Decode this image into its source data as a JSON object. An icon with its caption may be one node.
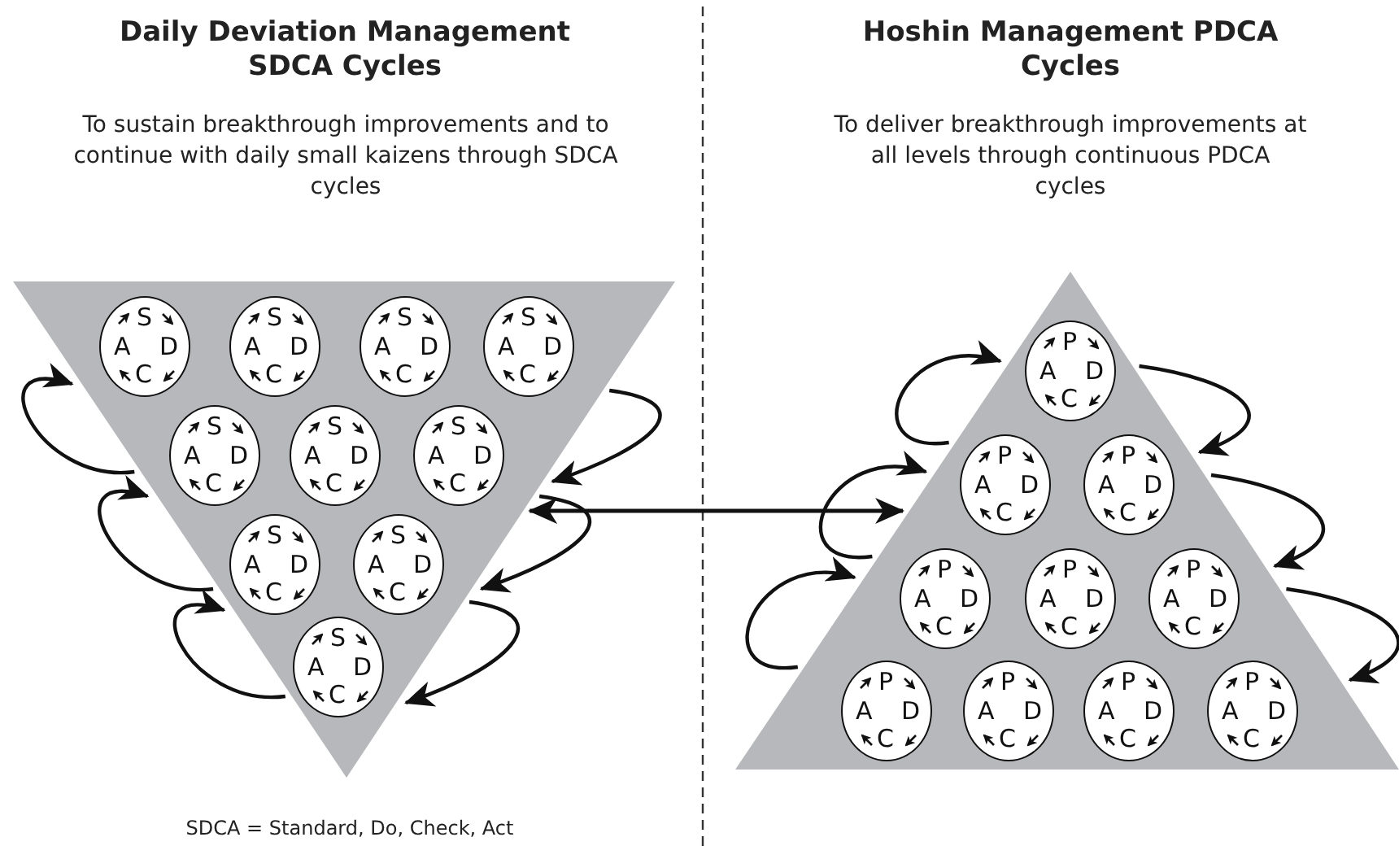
{
  "diagram": {
    "nodes": [
      {
        "text": [],
        "shape": "triangle"
      },
      {
        "text": [
          "S",
          "A",
          "D",
          "C"
        ],
        "in": 0
      },
      {
        "text": [
          "S",
          "A",
          "D",
          "C"
        ],
        "in": 0
      },
      {
        "text": [
          "S",
          "A",
          "D",
          "C"
        ],
        "in": 0
      },
      {
        "text": [
          "S",
          "A",
          "D",
          "C"
        ],
        "in": 0
      },
      {
        "text": [
          "S",
          "A",
          "D",
          "C"
        ],
        "in": 0
      },
      {
        "text": [
          "S",
          "A",
          "D",
          "C"
        ],
        "in": 0
      },
      {
        "text": [
          "S",
          "A",
          "D",
          "C"
        ],
        "in": 0
      },
      {
        "text": [
          "S",
          "A",
          "D",
          "C"
        ],
        "in": 0
      },
      {
        "text": [
          "S",
          "A",
          "D",
          "C"
        ],
        "in": 0
      },
      {
        "text": [
          "S",
          "A",
          "D",
          "C"
        ],
        "in": 0
      },
      {
        "text": [],
        "shape": "triangle"
      },
      {
        "text": [
          "P",
          "A",
          "D",
          "C"
        ],
        "in": 11
      },
      {
        "text": [
          "P",
          "A",
          "D",
          "C"
        ],
        "in": 11
      },
      {
        "text": [
          "P",
          "A",
          "D",
          "C"
        ],
        "in": 11
      },
      {
        "text": [
          "P",
          "A",
          "D",
          "C"
        ],
        "in": 11
      },
      {
        "text": [
          "P",
          "A",
          "D",
          "C"
        ],
        "in": 11
      },
      {
        "text": [
          "P",
          "A",
          "D",
          "C"
        ],
        "in": 11
      },
      {
        "text": [
          "P",
          "A",
          "D",
          "C"
        ],
        "in": 11
      },
      {
        "text": [
          "P",
          "A",
          "D",
          "C"
        ],
        "in": 11
      },
      {
        "text": [
          "P",
          "A",
          "D",
          "C"
        ],
        "in": 11
      },
      {
        "text": [
          "P",
          "A",
          "D",
          "C"
        ],
        "in": 11
      }
    ],
    "edges": [
      {
        "from": 0,
        "to": 11,
        "arrow": "both"
      },
      {
        "from": 5,
        "to": 1,
        "arrow": "to"
      },
      {
        "from": 8,
        "to": 5,
        "arrow": "to"
      },
      {
        "from": 10,
        "to": 8,
        "arrow": "to"
      },
      {
        "from": 4,
        "to": 7,
        "arrow": "to"
      },
      {
        "from": 7,
        "to": 9,
        "arrow": "to"
      },
      {
        "from": 9,
        "to": 10,
        "arrow": "to"
      },
      {
        "from": 13,
        "to": 12,
        "arrow": "to"
      },
      {
        "from": 15,
        "to": 13,
        "arrow": "to"
      },
      {
        "from": 18,
        "to": 15,
        "arrow": "to"
      },
      {
        "from": 12,
        "to": 14,
        "arrow": "to"
      },
      {
        "from": 14,
        "to": 17,
        "arrow": "to"
      },
      {
        "from": 17,
        "to": 21,
        "arrow": "to"
      }
    ],
    "labels": [
      "Daily Deviation Management SDCA Cycles",
      "Hoshin Management PDCA Cycles",
      "To sustain breakthrough improvements and to continue with daily small kaizens through SDCA cycles",
      "To deliver breakthrough improvements at all levels through continuous PDCA cycles",
      "SDCA = Standard, Do, Check, Act"
    ]
  }
}
